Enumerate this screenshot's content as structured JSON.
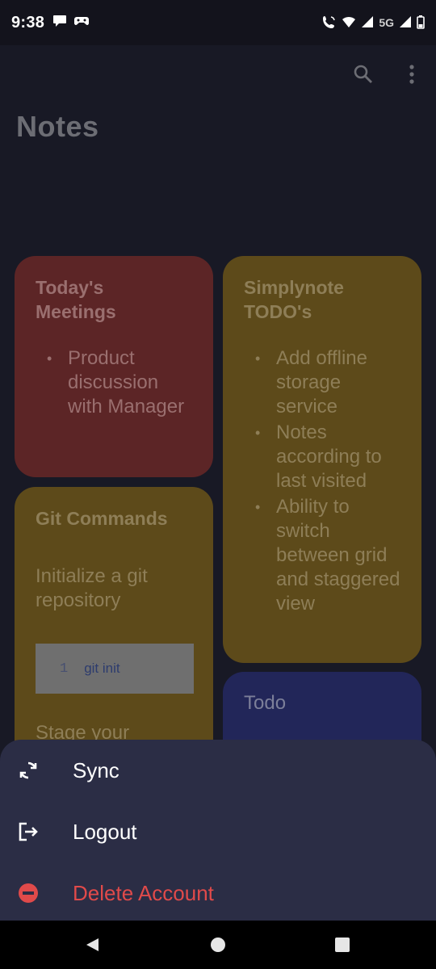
{
  "status_bar": {
    "time": "9:38",
    "network": "5G"
  },
  "toolbar": {
    "search_icon": "search-icon",
    "more_icon": "more-vert-icon"
  },
  "page": {
    "title": "Notes"
  },
  "notes": [
    {
      "title_line1": "Today's",
      "title_line2": "Meetings",
      "items": [
        "Product discussion with Manager"
      ],
      "color": "#5c2526"
    },
    {
      "title_line1": "Simplynote",
      "title_line2": "TODO's",
      "items": [
        "Add offline storage service",
        "Notes according to last visited",
        "Ability to switch between grid and staggered view"
      ],
      "color": "#5d4a1a"
    },
    {
      "title": "Git Commands",
      "text": "Initialize a git repository",
      "code_line_number": "1",
      "code": "git init",
      "text2": "Stage your",
      "color": "#5d4a1a"
    },
    {
      "title": "Todo",
      "color": "#222659"
    }
  ],
  "sheet": {
    "items": [
      {
        "label": "Sync",
        "icon": "sync-icon"
      },
      {
        "label": "Logout",
        "icon": "logout-icon"
      },
      {
        "label": "Delete Account",
        "icon": "delete-circle-icon",
        "color": "#e04a4a"
      }
    ]
  },
  "nav": {
    "back_icon": "back-icon",
    "home_icon": "home-icon",
    "recents_icon": "recents-icon"
  }
}
